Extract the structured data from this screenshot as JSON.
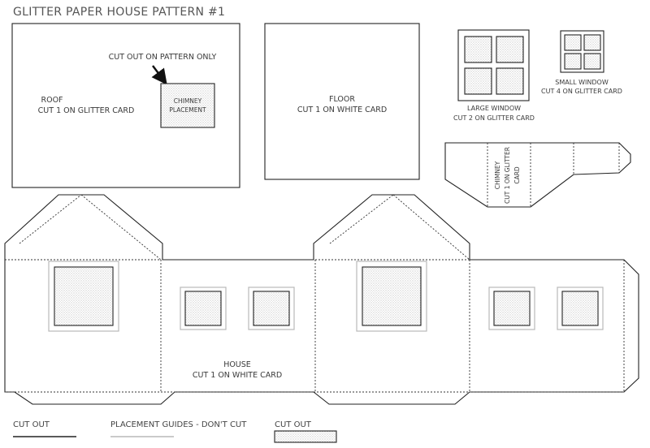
{
  "title": "GLITTER PAPER HOUSE PATTERN #1",
  "roof": {
    "name": "ROOF",
    "instruction": "CUT 1 ON GLITTER CARD",
    "note": "CUT OUT ON PATTERN ONLY",
    "chimney_placement_line1": "CHIMNEY",
    "chimney_placement_line2": "PLACEMENT"
  },
  "floor": {
    "name": "FLOOR",
    "instruction": "CUT 1 ON WHITE CARD"
  },
  "large_window": {
    "name": "LARGE WINDOW",
    "instruction": "CUT 2 ON GLITTER CARD"
  },
  "small_window": {
    "name": "SMALL WINDOW",
    "instruction": "CUT 4 ON GLITTER CARD"
  },
  "chimney": {
    "line1": "CHIMNEY",
    "line2": "CUT 1 ON GLITTER",
    "line3": "CARD"
  },
  "house": {
    "name": "HOUSE",
    "instruction": "CUT 1 ON WHITE CARD"
  },
  "legend": {
    "cut_out": "CUT OUT",
    "placement_guides": "PLACEMENT GUIDES - DON'T CUT",
    "cut_out_glitter": "CUT OUT"
  },
  "colors": {
    "line": "#222222",
    "guide": "#b9b9b9",
    "glitter_dot": "#9a9a9a"
  }
}
